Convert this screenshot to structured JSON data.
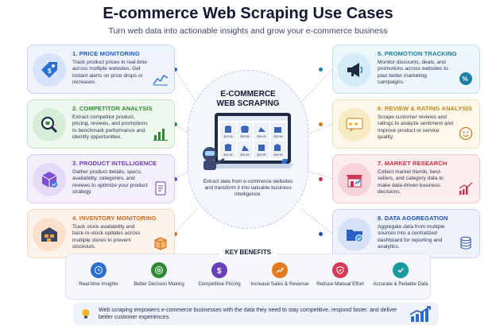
{
  "header": {
    "title": "E-commerce Web Scraping Use Cases",
    "subtitle": "Turn web data into actionable insights and grow your e-commerce business"
  },
  "cards": [
    {
      "title": "1. PRICE MONITORING",
      "desc": "Track product prices in real-time across multiple websites. Get instant alerts on price drops or increases.",
      "color": "#1f5fc4"
    },
    {
      "title": "2. COMPETITOR ANALYSIS",
      "desc": "Extract competitor product, pricing, reviews, and promotions to benchmark performance and identify opportunities.",
      "color": "#2f8a34"
    },
    {
      "title": "3. PRODUCT INTELLIGENCE",
      "desc": "Gather product details, specs, availability, categories, and reviews to optimize your product strategy.",
      "color": "#6a3fb8"
    },
    {
      "title": "4. INVENTORY MONITORING",
      "desc": "Track stock availability and back-in-stock updates across multiple stores to prevent stockouts.",
      "color": "#d0661b"
    },
    {
      "title": "5. PROMOTION TRACKING",
      "desc": "Monitor discounts, deals, and promotions across websites to plan better marketing campaigns.",
      "color": "#1b7fa8"
    },
    {
      "title": "6. REVIEW & RATING ANALYSIS",
      "desc": "Scrape customer reviews and ratings to analyze sentiment and improve product or service quality.",
      "color": "#c0851a"
    },
    {
      "title": "7. MARKET RESEARCH",
      "desc": "Collect market trends, best-sellers, and category data to make data-driven business decisions.",
      "color": "#c7304a"
    },
    {
      "title": "8. DATA AGGREGATION",
      "desc": "Aggregate data from multiple sources into a centralized dashboard for reporting and analytics.",
      "color": "#1f4fb0"
    }
  ],
  "center": {
    "title_line1": "E-COMMERCE",
    "title_line2": "WEB SCRAPING",
    "description": "Extract data from e-commerce websites and transform it into valuable business intelligence.",
    "prices": [
      "$19.99",
      "$29.99",
      "$24.99",
      "$39.99",
      "$14.99",
      "$34.99",
      "$24.99",
      "$49.99"
    ]
  },
  "benefits": {
    "title": "KEY BENEFITS",
    "items": [
      {
        "label": "Real-time Insights",
        "color": "#2a6fd1"
      },
      {
        "label": "Better Decision Making",
        "color": "#2f8a34"
      },
      {
        "label": "Competitive Pricing",
        "color": "#6a3fb8"
      },
      {
        "label": "Increase Sales & Revenue",
        "color": "#e07a1f"
      },
      {
        "label": "Reduce Manual Effort",
        "color": "#d23a57"
      },
      {
        "label": "Accurate & Reliable Data",
        "color": "#1a9aa0"
      }
    ]
  },
  "footer": {
    "text": "Web scraping empowers e-commerce businesses with the data they need to stay competitive, respond faster, and deliver better customer experiences."
  }
}
